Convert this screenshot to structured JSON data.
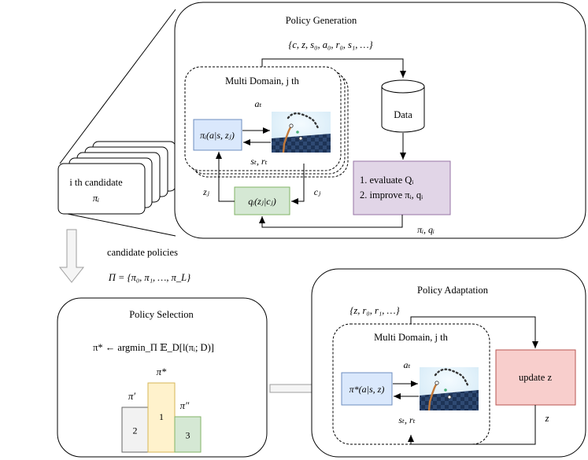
{
  "policy_generation": {
    "title": "Policy Generation",
    "trajectory": "{c, z, s₀, a₀, r₀, s₁, …}",
    "multi_domain": "Multi Domain, j th",
    "policy_box": "πᵢ(a|s, zⱼ)",
    "action": "aₜ",
    "state_reward": "sₜ, rₜ",
    "data": "Data",
    "evaluate": "1. evaluate Qᵢ",
    "improve": "2. improve πᵢ, qᵢ",
    "encoder_box": "qᵢ(zⱼ|cⱼ)",
    "z_label": "zⱼ",
    "c_label": "cⱼ",
    "output_label": "πᵢ, qᵢ"
  },
  "candidate": {
    "line1": "i th candidate",
    "line2": "πᵢ"
  },
  "candidate_policies": {
    "label": "candidate policies",
    "set": "Π = {π₀, π₁, …, π_L}"
  },
  "policy_selection": {
    "title": "Policy Selection",
    "formula": "π* ← argmin_Π 𝔼_D[l(πᵢ; D)]",
    "bars": [
      {
        "label": "π′",
        "rank": "2",
        "color": "#f2f2f2"
      },
      {
        "label": "π*",
        "rank": "1",
        "color": "#fff2cc"
      },
      {
        "label": "π″",
        "rank": "3",
        "color": "#d5e8d4"
      }
    ]
  },
  "policy_adaptation": {
    "title": "Policy Adaptation",
    "trajectory": "{z, r₀, r₁, …}",
    "multi_domain": "Multi Domain, j th",
    "policy_box": "π*(a|s, z)",
    "action": "aₜ",
    "state_reward": "sₜ, rₜ",
    "update": "update z",
    "z_label": "z"
  },
  "colors": {
    "policy_fill": "#dae8fc",
    "policy_stroke": "#6c8ebf",
    "encoder_fill": "#d5e8d4",
    "encoder_stroke": "#82b366",
    "update_fill": "#e1d5e7",
    "update_stroke": "#9673a6",
    "updatez_fill": "#f8cecc",
    "updatez_stroke": "#b85450"
  }
}
